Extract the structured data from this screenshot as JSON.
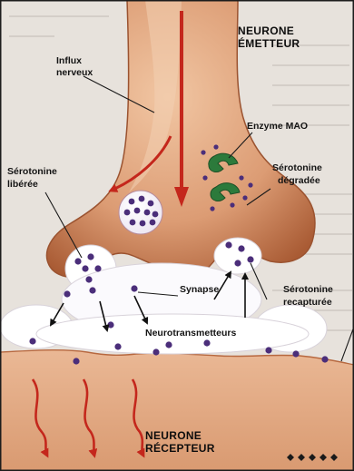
{
  "labels": {
    "emitter_line1": "NEURONE",
    "emitter_line2": "ÉMETTEUR",
    "influx_line1": "Influx",
    "influx_line2": "nerveux",
    "enzyme": "Enzyme MAO",
    "degraded_line1": "Sérotonine",
    "degraded_line2": "dégradée",
    "released_line1": "Sérotonine",
    "released_line2": "libérée",
    "synapse": "Synapse",
    "recaptured_line1": "Sérotonine",
    "recaptured_line2": "recapturée",
    "neurotransmitters": "Neurotransmetteurs",
    "receptor_line1": "NEURONE",
    "receptor_line2": "RÉCEPTEUR"
  },
  "colors": {
    "background_paper": "#e7e2dc",
    "page_text": "#b9b3ae",
    "neuron_body": "#dfa37c",
    "neuron_dark": "#b7683f",
    "receptor_body": "#e6b08c",
    "molecule": "#4b2e7a",
    "enzyme": "#2c7a3b",
    "signal_red": "#c4271c",
    "label_text": "#141414",
    "frame_border": "#1c1c1c"
  },
  "icons": {
    "signal_arrow": "red-arrow-icon",
    "enzyme_marker": "enzyme-icon",
    "molecule_marker": "molecule-dot-icon",
    "corner_ornament": "diamond-ornament-icon"
  }
}
